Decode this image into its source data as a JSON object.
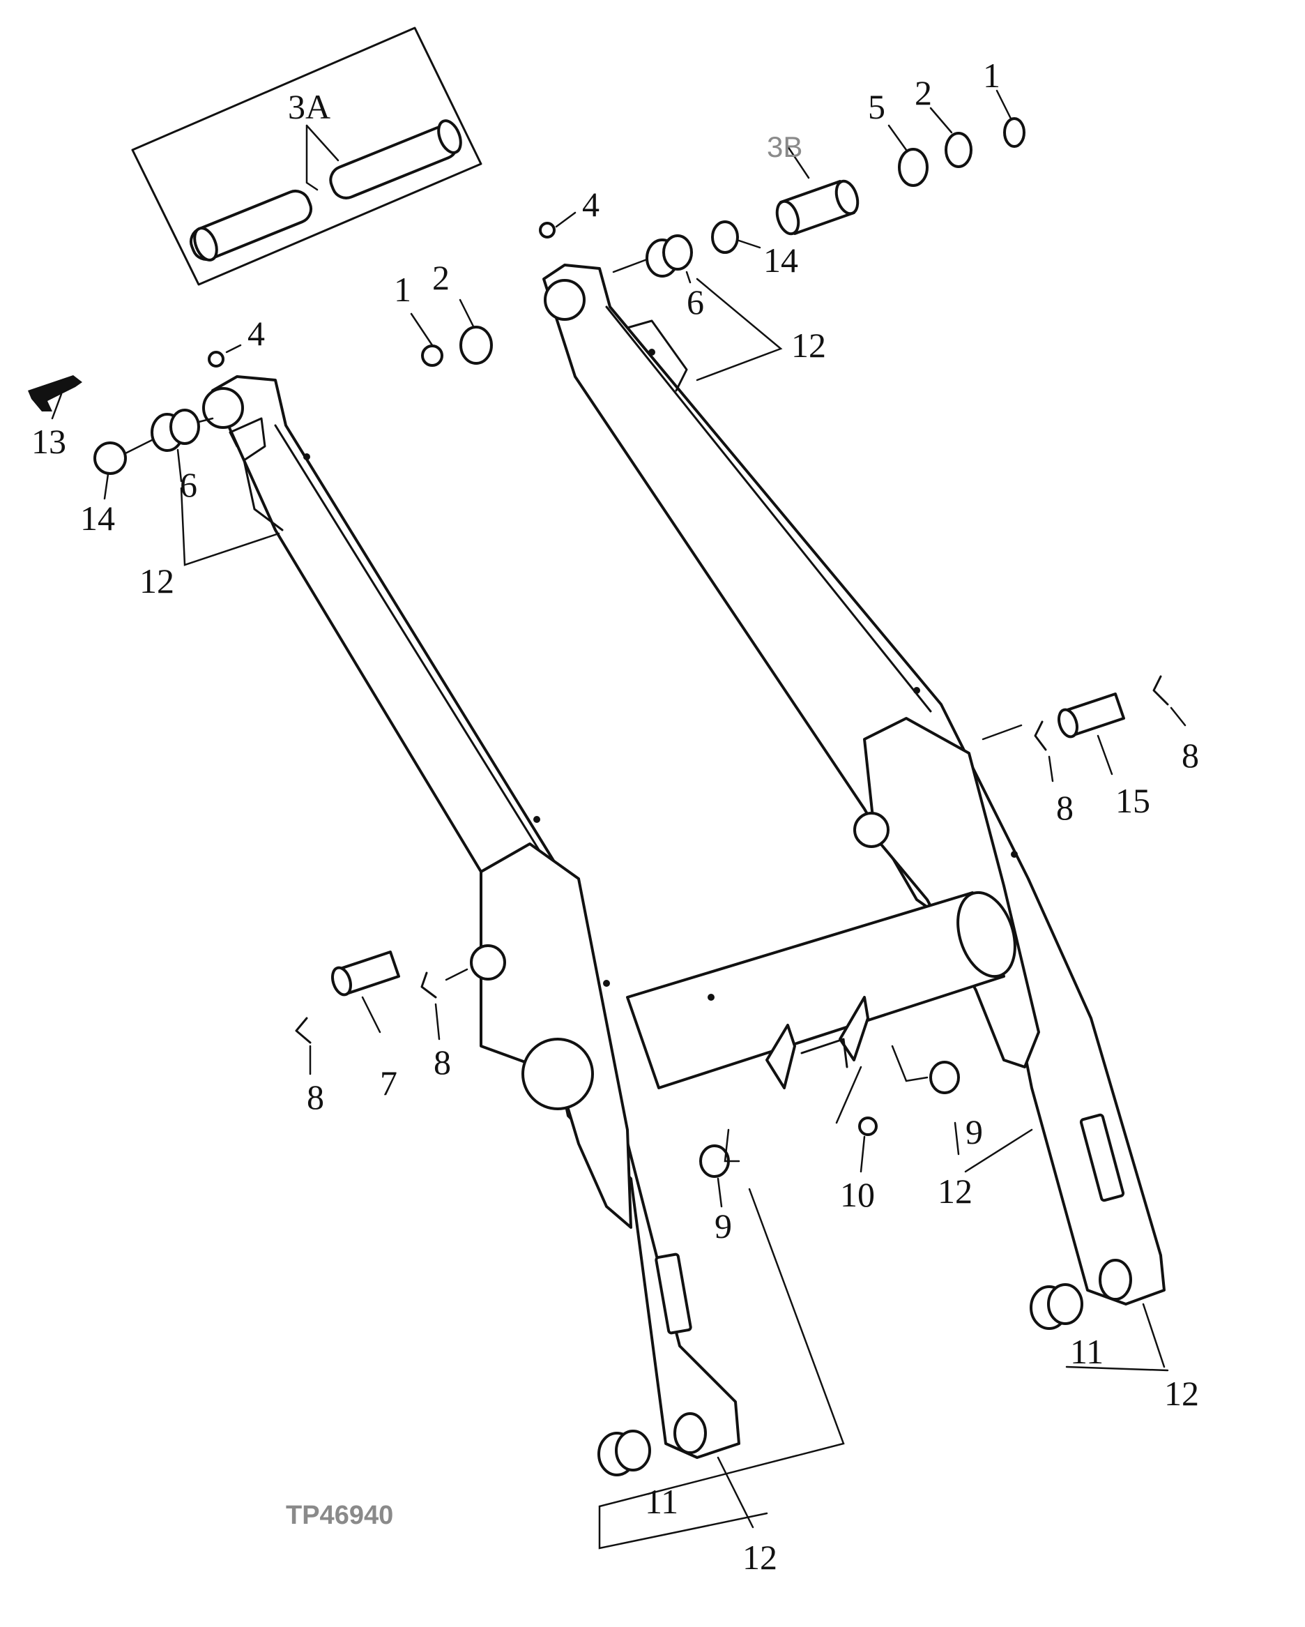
{
  "callouts": {
    "c1a": "1",
    "c1b": "1",
    "c2a": "2",
    "c2b": "2",
    "c3a": "3A",
    "c3b": "3B",
    "c4a": "4",
    "c4b": "4",
    "c5": "5",
    "c6a": "6",
    "c6b": "6",
    "c7": "7",
    "c8a": "8",
    "c8b": "8",
    "c8c": "8",
    "c8d": "8",
    "c9a": "9",
    "c9b": "9",
    "c10": "10",
    "c11a": "11",
    "c11b": "11",
    "c12a": "12",
    "c12b": "12",
    "c12c": "12",
    "c12d": "12",
    "c12e": "12",
    "c13": "13",
    "c14a": "14",
    "c14b": "14",
    "c15": "15"
  },
  "drawing_code": "TP46940",
  "icons": {
    "front_arrow": "arrow-icon"
  },
  "colors": {
    "ink": "#111111",
    "label_gray": "#8a8a8a"
  }
}
